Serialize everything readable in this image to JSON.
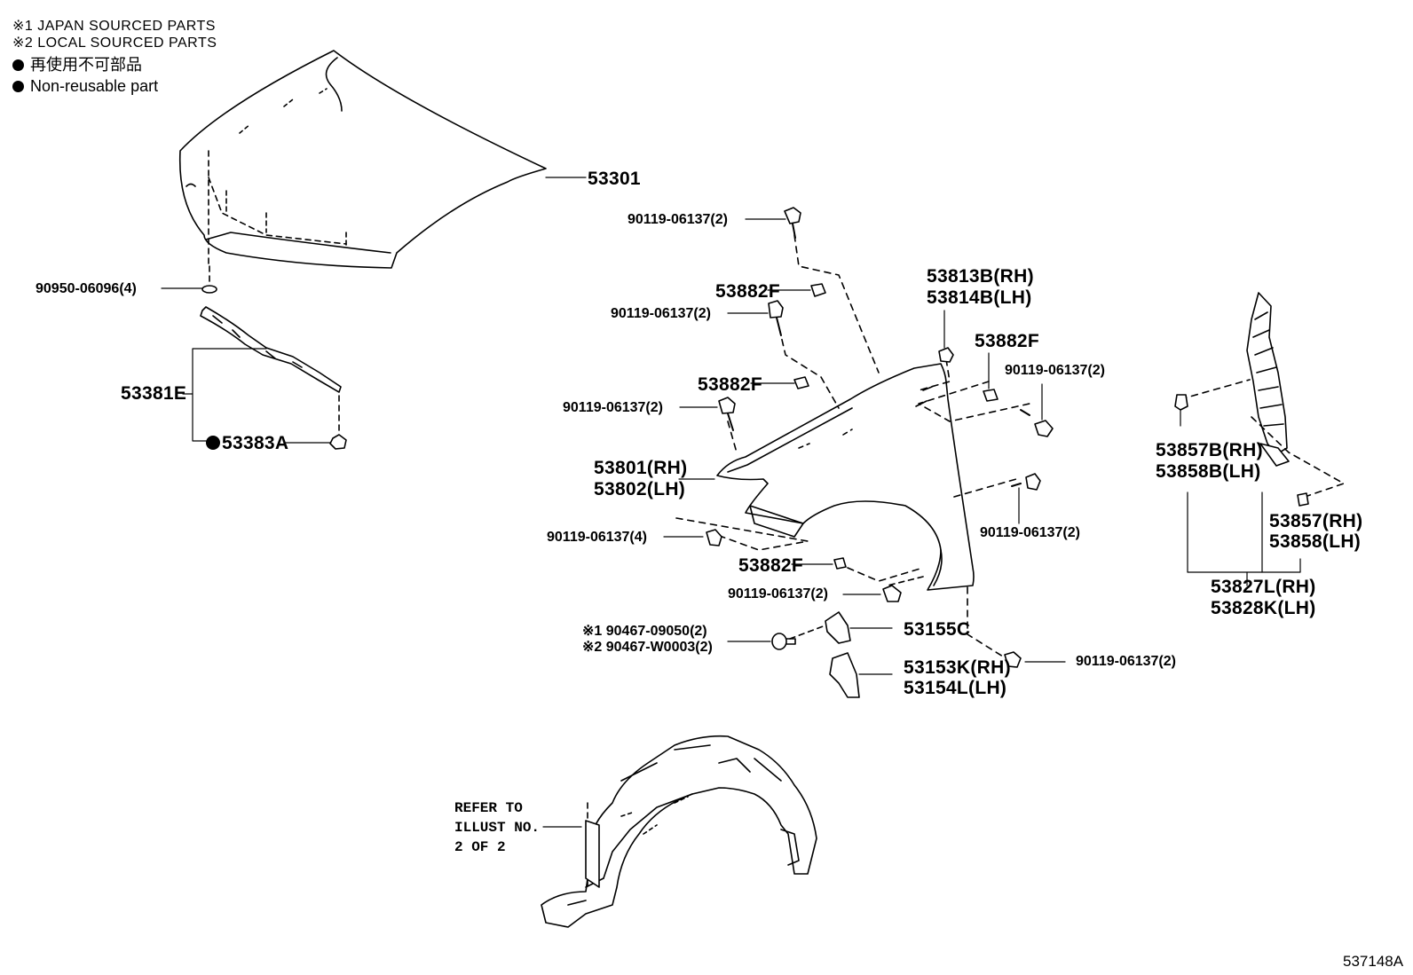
{
  "legend": {
    "japan": "※1 JAPAN SOURCED PARTS",
    "local": "※2 LOCAL SOURCED PARTS",
    "nonreusable_jp": "再使用不可部品",
    "nonreusable_en": "Non-reusable part"
  },
  "parts": {
    "hood": "53301",
    "hood_plug": "90950-06096(4)",
    "seal": "53381E",
    "seal_clip": "53383A",
    "bolt_top": "90119-06137(2)",
    "nut_top": "53882F",
    "bolt_2": "90119-06137(2)",
    "nut_2": "53882F",
    "bolt_3": "90119-06137(2)",
    "fender_rh": "53801(RH)",
    "fender_lh": "53802(LH)",
    "bolt_4": "90119-06137(4)",
    "nut_4": "53882F",
    "bolt_5": "90119-06137(2)",
    "bracket_rh": "53813B(RH)",
    "bracket_lh": "53814B(LH)",
    "nut_right": "53882F",
    "bolt_right": "90119-06137(2)",
    "bolt_mid": "90119-06137(2)",
    "bolt_low": "90119-06137(2)",
    "clip_1": "※1 90467-09050(2)",
    "clip_2": "※2 90467-W0003(2)",
    "part_53155c": "53155C",
    "part_rh": "53153K(RH)",
    "part_lh": "53154L(LH)",
    "seal_b_rh": "53857B(RH)",
    "seal_b_lh": "53858B(LH)",
    "seal_rh": "53857(RH)",
    "seal_lh": "53858(LH)",
    "assy_rh": "53827L(RH)",
    "assy_lh": "53828K(LH)"
  },
  "refer": {
    "line1": "REFER TO",
    "line2": "ILLUST NO.",
    "line3": "2 OF 2"
  },
  "illustration_code": "537148A"
}
